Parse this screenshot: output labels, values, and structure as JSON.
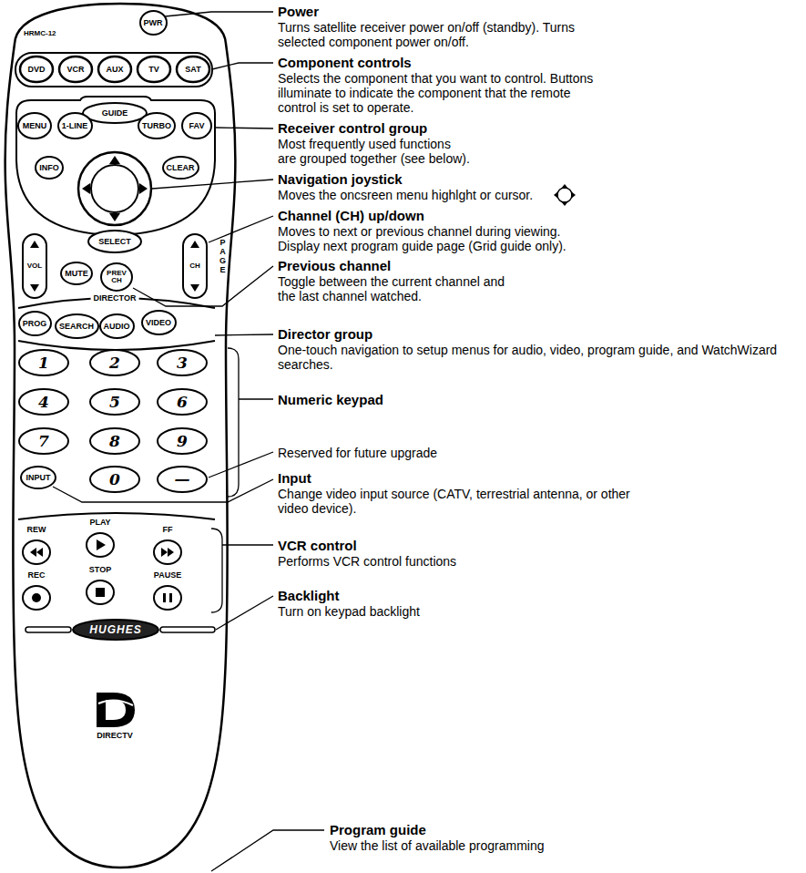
{
  "diagram": {
    "nodes": [
      {
        "text": [
          "HRMC-12",
          "PAGE",
          "DIRECTOR",
          "DIRECTV"
        ]
      },
      {
        "text": [
          "PWR"
        ],
        "in": 0
      },
      {
        "text": [
          "DVD"
        ],
        "in": 0
      },
      {
        "text": [
          "VCR"
        ],
        "in": 0
      },
      {
        "text": [
          "AUX"
        ],
        "in": 0
      },
      {
        "text": [
          "TV"
        ],
        "in": 0
      },
      {
        "text": [
          "SAT"
        ],
        "in": 0
      },
      {
        "text": [
          "GUIDE"
        ],
        "in": 0
      },
      {
        "text": [
          "MENU"
        ],
        "in": 0
      },
      {
        "text": [
          "1-LINE"
        ],
        "in": 0
      },
      {
        "text": [
          "TURBO"
        ],
        "in": 0
      },
      {
        "text": [
          "FAV"
        ],
        "in": 0
      },
      {
        "text": [
          "INFO"
        ],
        "in": 0
      },
      {
        "text": [
          "CLEAR"
        ],
        "in": 0
      },
      {
        "text": [
          "SELECT"
        ],
        "in": 0
      },
      {
        "text": [
          "VOL"
        ],
        "in": 0
      },
      {
        "text": [
          "CH"
        ],
        "in": 0
      },
      {
        "text": [
          "MUTE"
        ],
        "in": 0
      },
      {
        "text": [
          "PREV CH"
        ],
        "in": 0
      },
      {
        "text": [
          "PROG"
        ],
        "in": 0
      },
      {
        "text": [
          "SEARCH"
        ],
        "in": 0
      },
      {
        "text": [
          "AUDIO"
        ],
        "in": 0
      },
      {
        "text": [
          "VIDEO"
        ],
        "in": 0
      },
      {
        "text": [
          "1"
        ],
        "in": 0
      },
      {
        "text": [
          "2"
        ],
        "in": 0
      },
      {
        "text": [
          "3"
        ],
        "in": 0
      },
      {
        "text": [
          "4"
        ],
        "in": 0
      },
      {
        "text": [
          "5"
        ],
        "in": 0
      },
      {
        "text": [
          "6"
        ],
        "in": 0
      },
      {
        "text": [
          "7"
        ],
        "in": 0
      },
      {
        "text": [
          "8"
        ],
        "in": 0
      },
      {
        "text": [
          "9"
        ],
        "in": 0
      },
      {
        "text": [
          "INPUT"
        ],
        "in": 0
      },
      {
        "text": [
          "0"
        ],
        "in": 0
      },
      {
        "text": [
          "—"
        ],
        "in": 0
      },
      {
        "text": [
          "REW"
        ],
        "in": 0
      },
      {
        "text": [
          "PLAY"
        ],
        "in": 0
      },
      {
        "text": [
          "FF"
        ],
        "in": 0
      },
      {
        "text": [
          "REC"
        ],
        "in": 0
      },
      {
        "text": [
          "STOP"
        ],
        "in": 0
      },
      {
        "text": [
          "PAUSE"
        ],
        "in": 0
      },
      {
        "text": [
          "HUGHES"
        ],
        "in": 0
      }
    ],
    "labels": [
      "Power",
      "Turns satellite receiver power on/off (standby). Turns selected component power on/off.",
      "Component controls",
      "Selects the component that you want to control. Buttons illuminate to indicate the component that the remote control is set to operate.",
      "Receiver control group",
      "Most frequently used functions are grouped together (see below).",
      "Navigation joystick",
      "Moves the oncsreen menu highlght or cursor.",
      "Channel (CH) up/down",
      "Moves to next or previous channel during viewing. Display next program guide page (Grid guide only).",
      "Previous channel",
      "Toggle between the current channel and the last channel watched.",
      "Director group",
      "One-touch navigation to setup menus for audio, video, program guide, and WatchWizard searches.",
      "Numeric keypad",
      "Reserved for future upgrade",
      "Input",
      "Change video input source (CATV, terrestrial antenna, or other video device).",
      "VCR control",
      "Performs VCR control functions",
      "Backlight",
      "Turn on keypad backlight",
      "Program guide",
      "View the list of available programming"
    ]
  }
}
